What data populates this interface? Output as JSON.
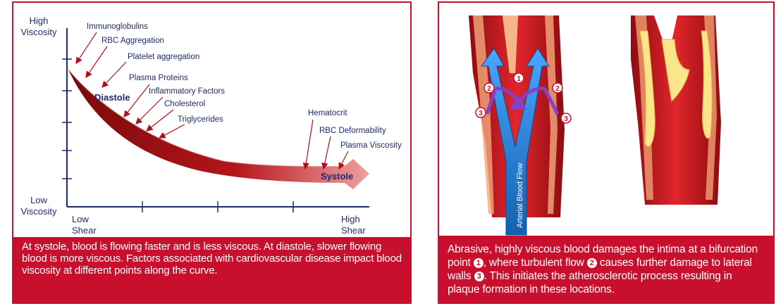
{
  "left": {
    "y_high": [
      "High",
      "Viscosity"
    ],
    "y_low": [
      "Low",
      "Viscosity"
    ],
    "x_low": [
      "Low",
      "Shear"
    ],
    "x_high": [
      "High",
      "Shear"
    ],
    "diastole_label": "Diastole",
    "systole_label": "Systole",
    "diastole_factors": [
      "Immunoglobulins",
      "RBC Aggregation",
      "Platelet aggregation",
      "Plasma Proteins",
      "Inflammatory Factors",
      "Cholesterol",
      "Triglycerides"
    ],
    "systole_factors": [
      "Hematocrit",
      "RBC Deformability",
      "Plasma Viscosity"
    ],
    "caption": "At systole, blood is flowing faster and is less viscous.  At diastole, slower flowing blood is more viscous. Factors associated with cardiovascular disease impact blood viscosity at different points along the curve."
  },
  "right": {
    "flow_label": "Arterial Blood Flow",
    "markers": [
      "1",
      "2",
      "3"
    ],
    "caption_parts": [
      "Abrasive, highly viscous blood damages the intima at a bifurcation point ",
      ", where turbulent flow ",
      " causes further damage to lateral walls ",
      ". This initiates the atherosclerotic process resulting in plaque formation in these locations."
    ]
  },
  "colors": {
    "brand_red": "#c8102e",
    "label_navy": "#1f2a6b",
    "artery_red": "#d51e24",
    "flow_blue": "#1f7dd0",
    "turbulence_purple": "#8a3fc7",
    "plaque_yellow": "#fbe58c"
  }
}
